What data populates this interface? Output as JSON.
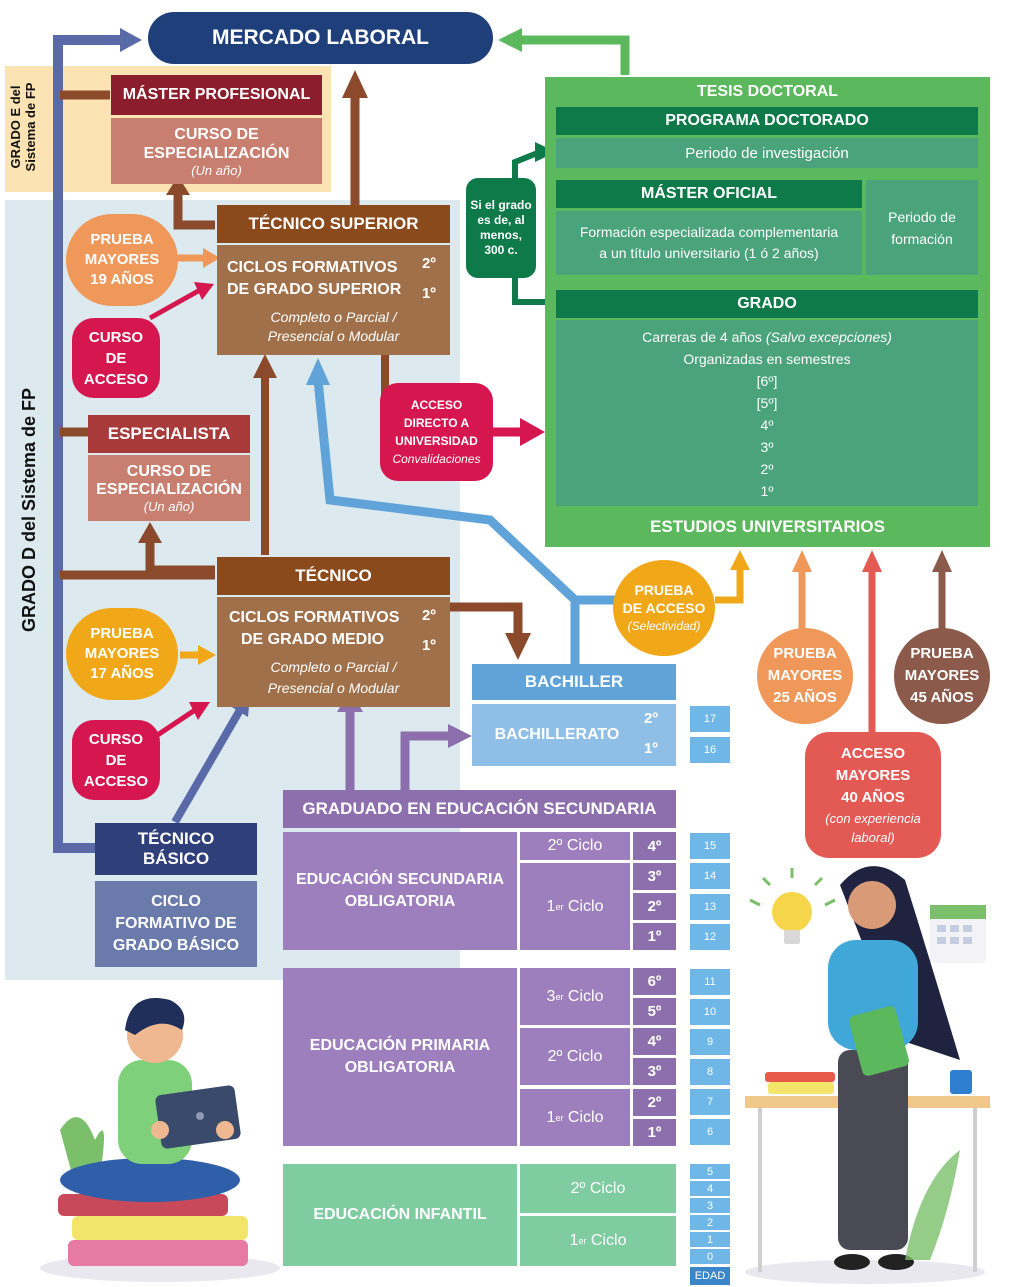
{
  "top": {
    "mercado": "MERCADO LABORAL"
  },
  "side_labels": {
    "grado_e": "GRADO E del Sistema de FP",
    "grado_d": "GRADO D del Sistema de FP"
  },
  "master_prof": {
    "title": "MÁSTER PROFESIONAL",
    "course": "CURSO DE ESPECIALIZACIÓN",
    "duration": "(Un año)"
  },
  "tec_sup": {
    "title": "TÉCNICO SUPERIOR",
    "line1": "CICLOS FORMATIVOS",
    "line2": "DE GRADO SUPERIOR",
    "y2": "2º",
    "y1": "1º",
    "note1": "Completo o Parcial /",
    "note2": "Presencial o Modular"
  },
  "prueba19": {
    "l1": "PRUEBA",
    "l2": "MAYORES",
    "l3": "19 AÑOS"
  },
  "curso_acceso_1": {
    "l1": "CURSO",
    "l2": "DE",
    "l3": "ACCESO"
  },
  "especialista": {
    "title": "ESPECIALISTA",
    "course": "CURSO DE ESPECIALIZACIÓN",
    "duration": "(Un año)"
  },
  "acceso_directo": {
    "l1": "ACCESO",
    "l2": "DIRECTO A",
    "l3": "UNIVERSIDAD",
    "l4": "Convalidaciones"
  },
  "tecnico": {
    "title": "TÉCNICO",
    "line1": "CICLOS FORMATIVOS",
    "line2": "DE GRADO MEDIO",
    "y2": "2º",
    "y1": "1º",
    "note1": "Completo o Parcial /",
    "note2": "Presencial o Modular"
  },
  "prueba17": {
    "l1": "PRUEBA",
    "l2": "MAYORES",
    "l3": "17 AÑOS"
  },
  "curso_acceso_2": {
    "l1": "CURSO",
    "l2": "DE",
    "l3": "ACCESO"
  },
  "tec_basico": {
    "t1": "TÉCNICO",
    "t2": "BÁSICO",
    "c1": "CICLO",
    "c2": "FORMATIVO DE",
    "c3": "GRADO BÁSICO"
  },
  "uni": {
    "tesis": "TESIS DOCTORAL",
    "programa": "PROGRAMA DOCTORADO",
    "investigacion": "Periodo de investigación",
    "si_el": "Si el grado es de, al menos, 300 c.",
    "master": "MÁSTER OFICIAL",
    "master_desc1": "Formación especializada complementaria",
    "master_desc2": "a un título universitario (1 ó 2 años)",
    "formacion1": "Periodo de",
    "formacion2": "formación",
    "grado": "GRADO",
    "carreras": "Carreras de 4 años",
    "salvo": "(Salvo excepciones)",
    "semestres": "Organizadas en semestres",
    "years": [
      "[6º]",
      "[5º]",
      "4º",
      "3º",
      "2º",
      "1º"
    ],
    "estudios": "ESTUDIOS UNIVERSITARIOS"
  },
  "prueba_acceso": {
    "l1": "PRUEBA",
    "l2": "DE ACCESO",
    "l3": "(Selectividad)"
  },
  "prueba25": {
    "l1": "PRUEBA",
    "l2": "MAYORES",
    "l3": "25 AÑOS"
  },
  "prueba45": {
    "l1": "PRUEBA",
    "l2": "MAYORES",
    "l3": "45 AÑOS"
  },
  "acceso40": {
    "l1": "ACCESO",
    "l2": "MAYORES",
    "l3": "40 AÑOS",
    "l4": "(con experiencia",
    "l5": "laboral)"
  },
  "bachiller": {
    "title": "BACHILLER",
    "name": "BACHILLERATO",
    "y2": "2º",
    "y1": "1º"
  },
  "graduado": {
    "title": "GRADUADO EN EDUCACIÓN SECUNDARIA"
  },
  "eso": {
    "l1": "EDUCACIÓN SECUNDARIA",
    "l2": "OBLIGATORIA",
    "ciclo2": "2º Ciclo",
    "ciclo1_num": "1",
    "ciclo1_sup": "er",
    "ciclo1_rest": " Ciclo",
    "years": [
      "4º",
      "3º",
      "2º",
      "1º"
    ]
  },
  "primaria": {
    "l1": "EDUCACIÓN PRIMARIA",
    "l2": "OBLIGATORIA",
    "c3_num": "3",
    "c3_sup": "er",
    "c3_rest": " Ciclo",
    "c2": "2º Ciclo",
    "c1_num": "1",
    "c1_sup": "er",
    "c1_rest": " Ciclo",
    "years": [
      "6º",
      "5º",
      "4º",
      "3º",
      "2º",
      "1º"
    ]
  },
  "infantil": {
    "name": "EDUCACIÓN INFANTIL",
    "c2": "2º Ciclo",
    "c1_num": "1",
    "c1_sup": "er",
    "c1_rest": " Ciclo"
  },
  "ages": {
    "bach": [
      "17",
      "16"
    ],
    "eso": [
      "15",
      "14",
      "13",
      "12"
    ],
    "prim": [
      "11",
      "10",
      "9",
      "8",
      "7",
      "6"
    ],
    "inf": [
      "5",
      "4",
      "3",
      "2",
      "1",
      "0"
    ],
    "label": "EDAD"
  },
  "colors": {
    "navy": "#1f3f7a",
    "brown": "#8b5226",
    "green": "#5cb85c",
    "darkgreen": "#0e7a4a",
    "purple": "#8e6fae",
    "blue": "#5fa3d9",
    "crimson": "#d6174f",
    "orange": "#f0975a",
    "yellow": "#f0a818"
  }
}
